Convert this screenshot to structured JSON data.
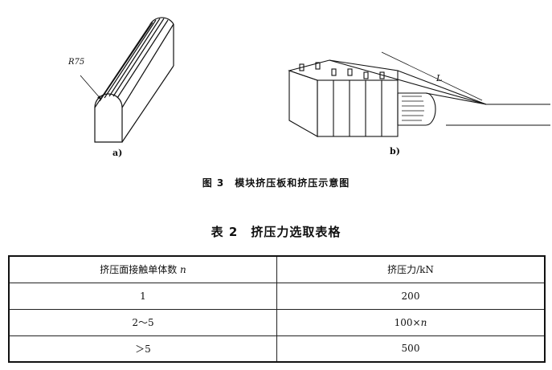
{
  "figure": {
    "sub_a": "a)",
    "sub_b": "b)",
    "radius_label": "R75",
    "length_label": "L",
    "caption": "图 3　模块挤压板和挤压示意图"
  },
  "table": {
    "title": "表 2　挤压力选取表格",
    "headers": {
      "col1": "挤压面接触单体数",
      "col1_var": "n",
      "col2": "挤压力/kN"
    },
    "rows": [
      {
        "count": "1",
        "force": "200",
        "force_var": ""
      },
      {
        "count": "2～5",
        "force": "100×",
        "force_var": "n"
      },
      {
        "count": "＞5",
        "force": "500",
        "force_var": ""
      }
    ]
  }
}
